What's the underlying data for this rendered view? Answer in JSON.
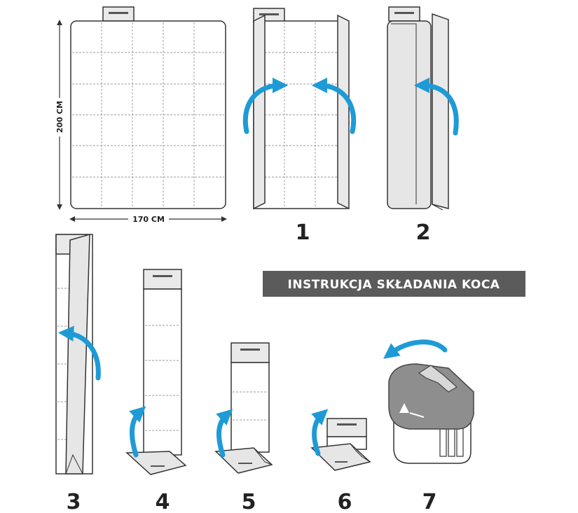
{
  "title": "INSTRUKCJA SKŁADANIA KOCA",
  "dimensions": {
    "height_label": "200 CM",
    "width_label": "170 CM"
  },
  "steps": [
    {
      "label": "1"
    },
    {
      "label": "2"
    },
    {
      "label": "3"
    },
    {
      "label": "4"
    },
    {
      "label": "5"
    },
    {
      "label": "6"
    },
    {
      "label": "7"
    }
  ],
  "colors": {
    "arrow": "#1e9bd7",
    "banner": "#5b5b5b",
    "outline": "#333333",
    "panel_fill": "#e9e9e9",
    "dash": "#9a9a9a"
  },
  "icons": [
    "curved-arrow-icon",
    "bag-logo-icon"
  ]
}
